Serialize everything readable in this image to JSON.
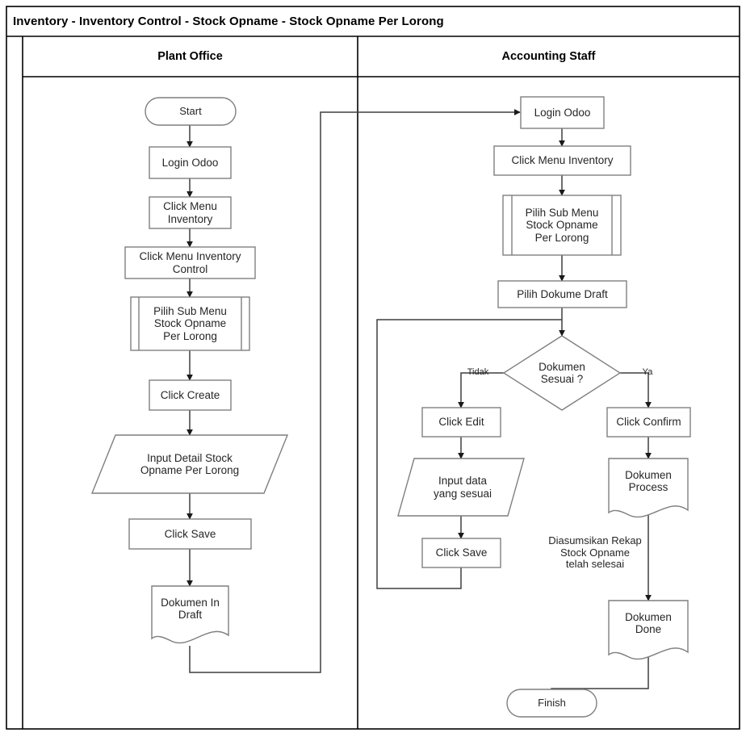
{
  "header": {
    "title": "Inventory - Inventory Control - Stock Opname - Stock Opname Per Lorong"
  },
  "lanes": [
    {
      "id": "plant-office",
      "label": "Plant Office"
    },
    {
      "id": "accounting-staff",
      "label": "Accounting  Staff"
    }
  ],
  "chart_data": {
    "type": "flowchart",
    "title": "Inventory - Inventory Control - Stock Opname - Stock Opname Per Lorong",
    "lanes": [
      "Plant Office",
      "Accounting  Staff"
    ],
    "nodes": [
      {
        "id": "start",
        "lane": "Plant Office",
        "shape": "terminator",
        "label": "Start"
      },
      {
        "id": "login-left",
        "lane": "Plant Office",
        "shape": "process",
        "label": "Login Odoo"
      },
      {
        "id": "menu-inv-left",
        "lane": "Plant Office",
        "shape": "process",
        "label": "Click Menu\nInventory"
      },
      {
        "id": "menu-inv-ctrl",
        "lane": "Plant Office",
        "shape": "process",
        "label": "Click Menu Inventory\nControl"
      },
      {
        "id": "submenu-left",
        "lane": "Plant Office",
        "shape": "predefined-process",
        "label": "Pilih Sub Menu\nStock Opname\nPer Lorong"
      },
      {
        "id": "click-create",
        "lane": "Plant Office",
        "shape": "process",
        "label": "Click Create"
      },
      {
        "id": "input-detail",
        "lane": "Plant Office",
        "shape": "data",
        "label": "Input Detail Stock\nOpname Per Lorong"
      },
      {
        "id": "click-save-left",
        "lane": "Plant Office",
        "shape": "process",
        "label": "Click Save"
      },
      {
        "id": "dok-in-draft",
        "lane": "Plant Office",
        "shape": "document",
        "label": "Dokumen In\nDraft"
      },
      {
        "id": "login-right",
        "lane": "Accounting  Staff",
        "shape": "process",
        "label": "Login Odoo"
      },
      {
        "id": "menu-inv-right",
        "lane": "Accounting  Staff",
        "shape": "process",
        "label": "Click Menu Inventory"
      },
      {
        "id": "submenu-right",
        "lane": "Accounting  Staff",
        "shape": "predefined-process",
        "label": "Pilih Sub Menu\nStock Opname\nPer Lorong"
      },
      {
        "id": "pilih-dokumen",
        "lane": "Accounting  Staff",
        "shape": "process",
        "label": "Pilih Dokume Draft"
      },
      {
        "id": "dokumen-sesuai",
        "lane": "Accounting  Staff",
        "shape": "decision",
        "label": "Dokumen\nSesuai ?"
      },
      {
        "id": "click-edit",
        "lane": "Accounting  Staff",
        "shape": "process",
        "label": "Click Edit"
      },
      {
        "id": "input-data",
        "lane": "Accounting  Staff",
        "shape": "data",
        "label": "Input data\nyang sesuai"
      },
      {
        "id": "click-save-right",
        "lane": "Accounting  Staff",
        "shape": "process",
        "label": "Click Save"
      },
      {
        "id": "click-confirm",
        "lane": "Accounting  Staff",
        "shape": "process",
        "label": "Click Confirm"
      },
      {
        "id": "dokumen-process",
        "lane": "Accounting  Staff",
        "shape": "document",
        "label": "Dokumen\nProcess"
      },
      {
        "id": "dokumen-done",
        "lane": "Accounting  Staff",
        "shape": "document",
        "label": "Dokumen\nDone"
      },
      {
        "id": "finish",
        "lane": "Accounting  Staff",
        "shape": "terminator",
        "label": "Finish"
      }
    ],
    "annotations": [
      {
        "id": "note-rekap",
        "label": "Diasumsikan Rekap\nStock Opname\ntelah selesai"
      }
    ],
    "edge_labels": [
      {
        "id": "edge-tidak",
        "label": "Tidak"
      },
      {
        "id": "edge-ya",
        "label": "Ya"
      }
    ],
    "edges": [
      {
        "from": "start",
        "to": "login-left"
      },
      {
        "from": "login-left",
        "to": "menu-inv-left"
      },
      {
        "from": "menu-inv-left",
        "to": "menu-inv-ctrl"
      },
      {
        "from": "menu-inv-ctrl",
        "to": "submenu-left"
      },
      {
        "from": "submenu-left",
        "to": "click-create"
      },
      {
        "from": "click-create",
        "to": "input-detail"
      },
      {
        "from": "input-detail",
        "to": "click-save-left"
      },
      {
        "from": "click-save-left",
        "to": "dok-in-draft"
      },
      {
        "from": "dok-in-draft",
        "to": "login-right"
      },
      {
        "from": "login-right",
        "to": "menu-inv-right"
      },
      {
        "from": "menu-inv-right",
        "to": "submenu-right"
      },
      {
        "from": "submenu-right",
        "to": "pilih-dokumen"
      },
      {
        "from": "pilih-dokumen",
        "to": "dokumen-sesuai"
      },
      {
        "from": "dokumen-sesuai",
        "to": "click-edit",
        "label": "Tidak"
      },
      {
        "from": "dokumen-sesuai",
        "to": "click-confirm",
        "label": "Ya"
      },
      {
        "from": "click-edit",
        "to": "input-data"
      },
      {
        "from": "input-data",
        "to": "click-save-right"
      },
      {
        "from": "click-save-right",
        "to": "dokumen-sesuai"
      },
      {
        "from": "click-confirm",
        "to": "dokumen-process"
      },
      {
        "from": "dokumen-process",
        "to": "dokumen-done"
      },
      {
        "from": "dokumen-done",
        "to": "finish"
      }
    ]
  },
  "colors": {
    "frame": "#000000",
    "node_border": "#7f7f7f",
    "connector": "#3f3f3f",
    "text": "#262626",
    "background": "#ffffff"
  }
}
